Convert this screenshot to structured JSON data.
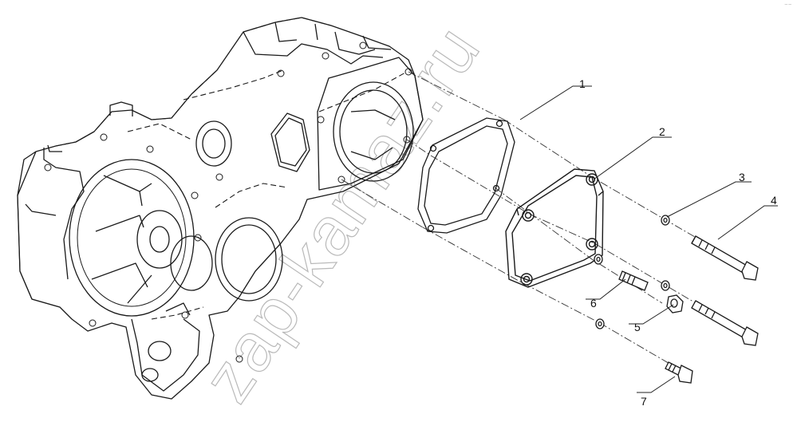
{
  "callouts": [
    {
      "number": "1",
      "part": "gasket"
    },
    {
      "number": "2",
      "part": "cover plate"
    },
    {
      "number": "3",
      "part": "washer"
    },
    {
      "number": "4",
      "part": "long bolt"
    },
    {
      "number": "5",
      "part": "nut"
    },
    {
      "number": "6",
      "part": "stud"
    },
    {
      "number": "7",
      "part": "short bolt"
    }
  ],
  "watermark": "zap-kamaz.ru",
  "corner_mark": "⁻⁻",
  "colors": {
    "line": "#1a1a1a",
    "leader": "#222222",
    "watermark": "#b9b9b9"
  }
}
